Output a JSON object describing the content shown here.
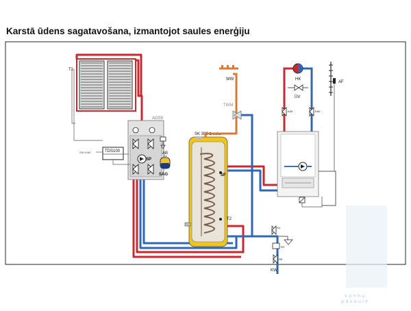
{
  "title": "Karstā ūdens sagatavošana, izmantojot saules enerģiju",
  "labels": {
    "t1": "T1",
    "ags": "AGS5",
    "ab": "AB",
    "sp": "SP",
    "sag": "SAG",
    "tds": "TDS100",
    "volt": "230 V/AC",
    "tank": "SK 300-1 solar",
    "sf": "SF",
    "t2": "T2",
    "ww": "WW",
    "twm": "TWM",
    "hk": "HK",
    "uv": "ÜV",
    "kw": "KW",
    "af": "AF",
    "kav1": "KAV",
    "kav2": "KAV",
    "sv": "SV",
    "rv": "RV",
    "re": "RE"
  },
  "watermark": {
    "line1": "vannu",
    "line2": "pasaule"
  },
  "colors": {
    "hot": "#c8282e",
    "cold": "#2f67b3",
    "mix": "#d6793a",
    "frame": "#c8282e",
    "tank": "#f0c419",
    "boiler_blue": "#3b6fb8"
  }
}
